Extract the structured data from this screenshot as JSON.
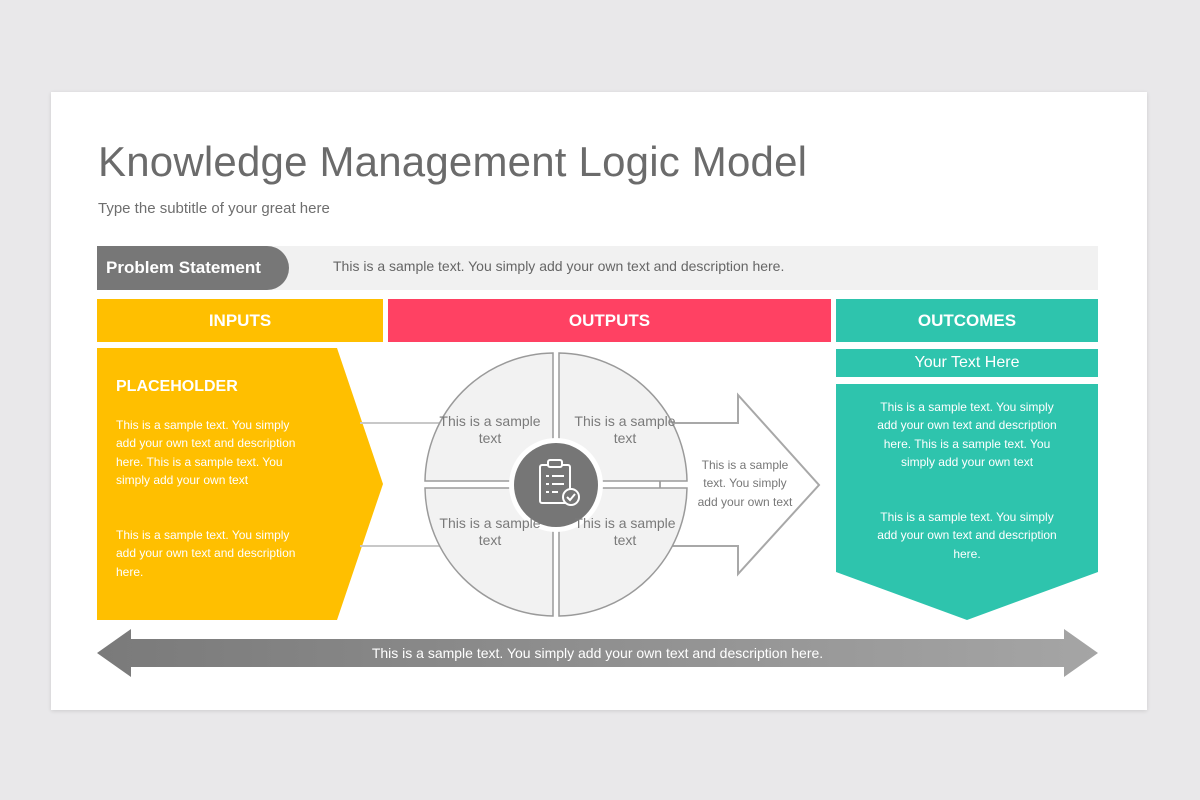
{
  "title": "Knowledge Management Logic Model",
  "subtitle": "Type the subtitle of your great here",
  "problem": {
    "label": "Problem Statement",
    "text": "This is a sample text. You simply add your own text and description here."
  },
  "columns": {
    "inputs": "INPUTS",
    "outputs": "OUTPUTS",
    "outcomes": "OUTCOMES"
  },
  "inputs_panel": {
    "heading": "PLACEHOLDER",
    "para1": "This is a sample text. You simply add your own text and description here. This is a sample text. You simply add your own text",
    "para2": "This is a sample text. You simply add your own text and description here."
  },
  "outputs_panel": {
    "quadrants": [
      "This is a sample text",
      "This is a sample text",
      "This is a sample text",
      "This is a sample text"
    ],
    "arrow_text": "This is a sample text. You simply add your own text",
    "center_icon": "clipboard-check-icon"
  },
  "outcomes_panel": {
    "header": "Your Text Here",
    "para1": "This is a sample text. You simply add your own text and description here. This is a sample text. You simply add your own text",
    "para2": "This is a sample text. You simply add your own text and description here."
  },
  "bottom_arrow_text": "This is a sample text. You simply add your own text and description here.",
  "colors": {
    "inputs": "#ffbf00",
    "outputs": "#ff4163",
    "outcomes": "#2ec4ad",
    "gray": "#777777",
    "light_gray": "#f1f1f1"
  }
}
